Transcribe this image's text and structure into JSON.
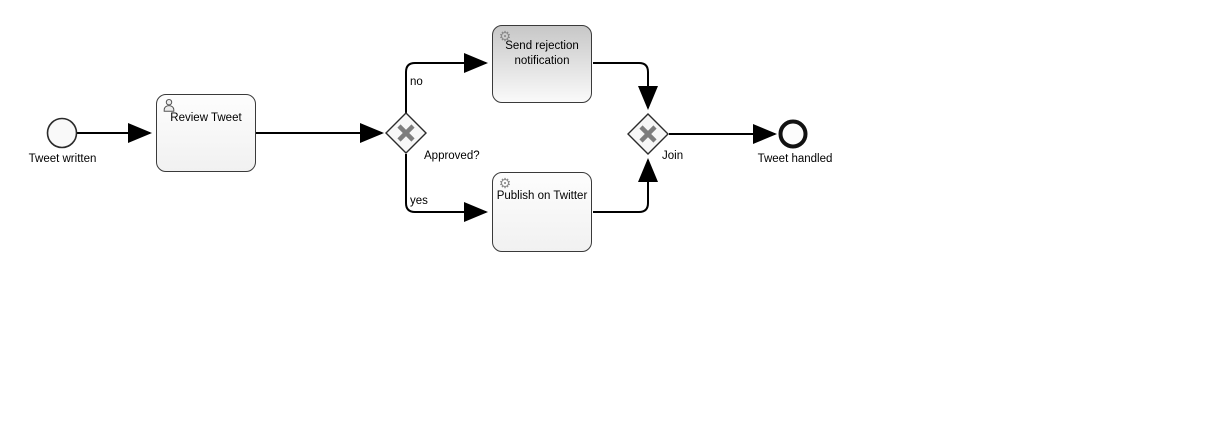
{
  "glyphs": {
    "gear": "⚙"
  },
  "colors": {
    "canvas": "#ffffff",
    "flow": "#000000",
    "task_border": "#3a3a3a",
    "task_fill_top": "#fdfdfd",
    "task_fill_bottom": "#f1f1f1",
    "hi_fill_top": "#c7c7c7",
    "hi_fill_bottom": "#fafafa",
    "gateway_fill": "#f7f7f7",
    "gateway_x": "#7d7d7d",
    "icon_gray": "#8a8a8a"
  },
  "process": {
    "start_event": {
      "label": "Tweet written",
      "type": "start-event"
    },
    "tasks": {
      "review_tweet": {
        "label": "Review Tweet",
        "type": "user-task",
        "icon": "user-icon"
      },
      "send_rejection": {
        "label": "Send rejection notification",
        "type": "service-task",
        "icon": "gear-icon"
      },
      "publish_twitter": {
        "label": "Publish on Twitter",
        "type": "service-task",
        "icon": "gear-icon"
      }
    },
    "gateways": {
      "approved": {
        "label": "Approved?",
        "type": "exclusive-gateway"
      },
      "join": {
        "label": "Join",
        "type": "exclusive-gateway"
      }
    },
    "end_event": {
      "label": "Tweet handled",
      "type": "end-event"
    },
    "flows": {
      "no": {
        "label": "no"
      },
      "yes": {
        "label": "yes"
      }
    }
  }
}
